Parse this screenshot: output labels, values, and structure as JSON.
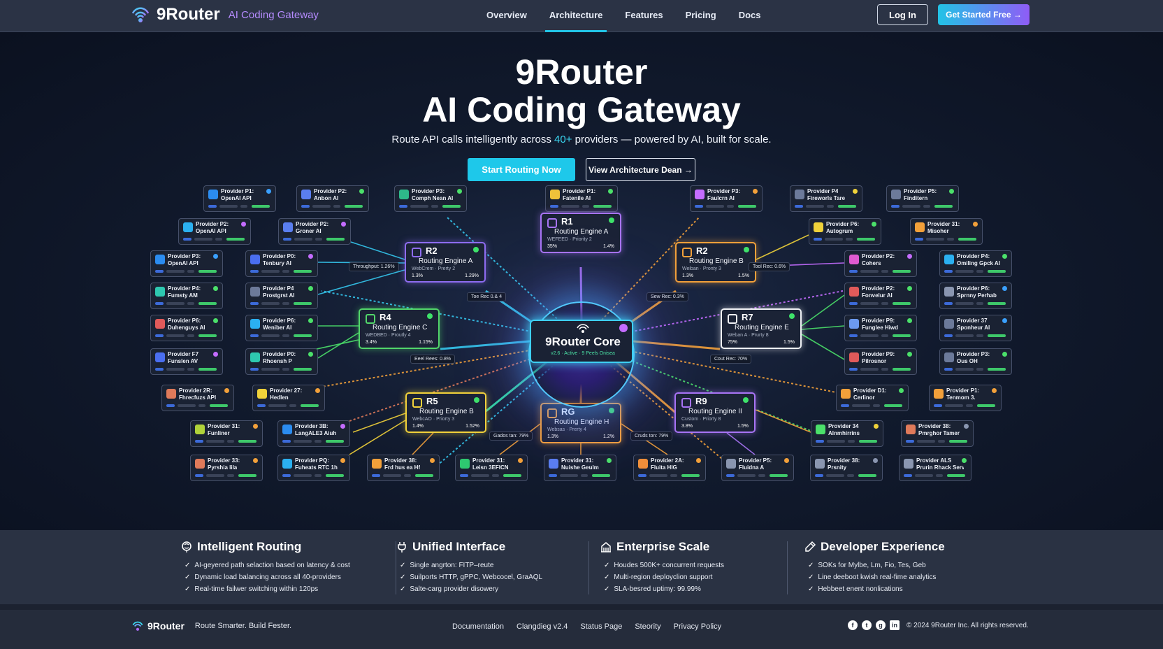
{
  "nav": {
    "brand": "9Router",
    "brand_sub": "AI Coding Gateway",
    "links": [
      "Overview",
      "Architecture",
      "Features",
      "Pricing",
      "Docs"
    ],
    "active_link": "Architecture",
    "login_label": "Log In",
    "get_started_label": "Get Started Free →"
  },
  "hero": {
    "title_line1": "9Router",
    "title_line2": "AI Coding Gateway",
    "subtitle_before": "Route API calls intelligently across ",
    "subtitle_highlight": "40+",
    "subtitle_after": " providers — powered by AI, built for scale.",
    "cta_primary": "Start Routing Now",
    "cta_secondary": "View Architecture Dean →"
  },
  "core": {
    "title": "9Router Core",
    "meta": "v2.6 · Active · 9 Peels Onisea"
  },
  "engines": [
    {
      "code": "R1",
      "name": "Routing Engine A",
      "meta": "WEFEED · Priority 2",
      "stat": "35%",
      "stat2": "1.4%",
      "color": "#a874f5"
    },
    {
      "code": "R2",
      "name": "Routing Engine A",
      "meta": "WebCrem · Prerty 2",
      "stat": "1.3%",
      "stat2": "1.29%",
      "color": "#8e6cf0"
    },
    {
      "code": "R2",
      "name": "Routing Engine B",
      "meta": "Weiban · Pronty 3",
      "stat": "1.3%",
      "stat2": "1.5%",
      "color": "#f2a03a"
    },
    {
      "code": "R4",
      "name": "Routing Engine C",
      "meta": "WEDBED · Proutly 4",
      "stat": "3.4%",
      "stat2": "1.15%",
      "color": "#52d66a"
    },
    {
      "code": "R7",
      "name": "Routing Engine E",
      "meta": "Weban A · Prurty 8",
      "stat": "75%",
      "stat2": "1.5%",
      "color": "#f0f2f6"
    },
    {
      "code": "R5",
      "name": "Routing Engine B",
      "meta": "WebcAO · Priorty 3",
      "stat": "1.4%",
      "stat2": "1.52%",
      "color": "#f2d23a"
    },
    {
      "code": "RG",
      "name": "Routing Engine H",
      "meta": "Websas · Prerty 4",
      "stat": "1.3%",
      "stat2": "1.2%",
      "color": "#f2a03a"
    },
    {
      "code": "R9",
      "name": "Routing Engine II",
      "meta": "Custom · Priorty 8",
      "stat": "3.8%",
      "stat2": "1.5%",
      "color": "#a874f5"
    }
  ],
  "tags": [
    "Throughput: 1.26%",
    "Toe Rec 0.& 4",
    "Eeel Rees: 0.8%",
    "Tool Rec: 0.6%",
    "Sew Rec: 0.3%",
    "Cout Rec: 70%",
    "Gados tan: 79%",
    "Cruds ton: 79%"
  ],
  "providers": [
    {
      "t1": "Provider P1:",
      "t2": "OpenAI API",
      "ico": "#2b8cf0",
      "dot": "#3aa0ff"
    },
    {
      "t1": "Provider P2:",
      "t2": "Anbon AI",
      "ico": "#5a7ef0",
      "dot": "#4be06a"
    },
    {
      "t1": "Provider P3:",
      "t2": "Comph Nean AI",
      "ico": "#2eb88a",
      "dot": "#4be06a"
    },
    {
      "t1": "Provider P1:",
      "t2": "Fatenile AI",
      "ico": "#f0c23a",
      "dot": "#4be06a"
    },
    {
      "t1": "Provider P3:",
      "t2": "Faulcrn AI",
      "ico": "#c46cff",
      "dot": "#f2a03a"
    },
    {
      "t1": "Provider P4",
      "t2": "Fireworls Tare",
      "ico": "#6c7a9a",
      "dot": "#f0d23a"
    },
    {
      "t1": "Provider P5:",
      "t2": "Finditern",
      "ico": "#6c7a9a",
      "dot": "#4be06a"
    },
    {
      "t1": "Provider P2:",
      "t2": "OpenAI API",
      "ico": "#2bb0f0",
      "dot": "#c46cff"
    },
    {
      "t1": "Provider P2:",
      "t2": "Groner AI",
      "ico": "#5a7ef0",
      "dot": "#c46cff"
    },
    {
      "t1": "Provider P6:",
      "t2": "Autogrum",
      "ico": "#f0d23a",
      "dot": "#4be06a"
    },
    {
      "t1": "Provider 31:",
      "t2": "Misoher",
      "ico": "#f2a03a",
      "dot": "#f2a03a"
    },
    {
      "t1": "Provider P3:",
      "t2": "OpenAI API",
      "ico": "#2b8cf0",
      "dot": "#3aa0ff"
    },
    {
      "t1": "Provider P0:",
      "t2": "Tenbury AI",
      "ico": "#4a6ef0",
      "dot": "#c46cff"
    },
    {
      "t1": "Provider P2:",
      "t2": "Cohers",
      "ico": "#e05ad0",
      "dot": "#c46cff"
    },
    {
      "t1": "Provider P4:",
      "t2": "Omiling Gpck AI",
      "ico": "#2bb0f0",
      "dot": "#4be06a"
    },
    {
      "t1": "Provider P4:",
      "t2": "Fumsty AM",
      "ico": "#2ec8b0",
      "dot": "#4be06a"
    },
    {
      "t1": "Provider P4",
      "t2": "Prostgrst AI",
      "ico": "#6c7a9a",
      "dot": "#4be06a"
    },
    {
      "t1": "Provider P2:",
      "t2": "Fonvelur AI",
      "ico": "#e05a5a",
      "dot": "#4be06a"
    },
    {
      "t1": "Provider P6:",
      "t2": "Sprnny Perhab",
      "ico": "#8a96b0",
      "dot": "#3aa0ff"
    },
    {
      "t1": "Provider P6:",
      "t2": "Duhenguys AI",
      "ico": "#e05a5a",
      "dot": "#4be06a"
    },
    {
      "t1": "Provider P6:",
      "t2": "Weniber AI",
      "ico": "#2bb0f0",
      "dot": "#4be06a"
    },
    {
      "t1": "Provider P9:",
      "t2": "Funglee Hiwd",
      "ico": "#6c9af0",
      "dot": "#4be06a"
    },
    {
      "t1": "Provider 37",
      "t2": "Sponheur AI",
      "ico": "#6c7a9a",
      "dot": "#3aa0ff"
    },
    {
      "t1": "Provider F7",
      "t2": "Funslen AV",
      "ico": "#4a6ef0",
      "dot": "#c46cff"
    },
    {
      "t1": "Provider P0:",
      "t2": "Rhoensh P",
      "ico": "#2ec8b0",
      "dot": "#4be06a"
    },
    {
      "t1": "Provider P9:",
      "t2": "Pilrosnor",
      "ico": "#e05a5a",
      "dot": "#4be06a"
    },
    {
      "t1": "Provider P3:",
      "t2": "Ous OH",
      "ico": "#6c7a9a",
      "dot": "#4be06a"
    },
    {
      "t1": "Provider 2R:",
      "t2": "Fhrecfuzs API",
      "ico": "#e07a5a",
      "dot": "#f2a03a"
    },
    {
      "t1": "Provider 27:",
      "t2": "Hedlen",
      "ico": "#f0d23a",
      "dot": "#f2a03a"
    },
    {
      "t1": "Provider D1:",
      "t2": "Cerlinor",
      "ico": "#f2a03a",
      "dot": "#4be06a"
    },
    {
      "t1": "Provider P1:",
      "t2": "Tenmom 3.",
      "ico": "#f2a03a",
      "dot": "#f2a03a"
    },
    {
      "t1": "Provider 31:",
      "t2": "Funliner",
      "ico": "#b0d23a",
      "dot": "#f2a03a"
    },
    {
      "t1": "Provider 3B:",
      "t2": "LangALE3 Aiuh",
      "ico": "#2b8cf0",
      "dot": "#c46cff"
    },
    {
      "t1": "Provider 34",
      "t2": "Alnmhirrins",
      "ico": "#4be06a",
      "dot": "#f0d23a"
    },
    {
      "t1": "Provider 38:",
      "t2": "Pmrghor Tamer",
      "ico": "#e07a5a",
      "dot": "#8a96b0"
    },
    {
      "t1": "Provider 33:",
      "t2": "Pyrshia lila",
      "ico": "#e07a5a",
      "dot": "#f2a03a"
    },
    {
      "t1": "Provider PQ:",
      "t2": "Fuheats RTC 1h",
      "ico": "#2bb0f0",
      "dot": "#f2a03a"
    },
    {
      "t1": "Provider 38:",
      "t2": "Frd hus ea Hf",
      "ico": "#f2a03a",
      "dot": "#f2a03a"
    },
    {
      "t1": "Provider 31:",
      "t2": "Leisn 3EFICN",
      "ico": "#2ec870",
      "dot": "#f2a03a"
    },
    {
      "t1": "Provider 31:",
      "t2": "Nuishe Geulm",
      "ico": "#5a7ef0",
      "dot": "#4be06a"
    },
    {
      "t1": "Provider 2A:",
      "t2": "Fluita HIG",
      "ico": "#f2903a",
      "dot": "#f2a03a"
    },
    {
      "t1": "Provider P5:",
      "t2": "Fluidna A",
      "ico": "#8a96b0",
      "dot": "#f2a03a"
    },
    {
      "t1": "Provider 38:",
      "t2": "Prsnity",
      "ico": "#8a96b0",
      "dot": "#8a96b0"
    },
    {
      "t1": "Provider ALS",
      "t2": "Prurin Rhack Server",
      "ico": "#8a96b0",
      "dot": "#4be06a"
    }
  ],
  "features": [
    {
      "title": "Intelligent Routing",
      "items": [
        "AI-geyered path selaction based on latency & cost",
        "Dynamic load balancing across all 40-providers",
        "Real-time failwer switching within 120ps"
      ],
      "icon": "brain-icon"
    },
    {
      "title": "Unified Interface",
      "items": [
        "Single angrton: FITP–reute",
        "Suilports HTTP, gPPC, Webcocel, GraAQL",
        "Salte-carg provider disowery"
      ],
      "icon": "plug-icon"
    },
    {
      "title": "Enterprise Scale",
      "items": [
        "Houdes 500K+ concurrent requests",
        "Multi-region deployclion support",
        "SLA-besred uptimy: 99.99%"
      ],
      "icon": "building-icon"
    },
    {
      "title": "Developer Experience",
      "items": [
        "SOKs for Mylbe, Lm, Fio, Tes, Geb",
        "Line deeboot kwish real-fime analytics",
        "Hebbeet enent nonlications"
      ],
      "icon": "code-icon"
    }
  ],
  "footer": {
    "brand": "9Router",
    "tagline": "Route Smarter. Build Fester.",
    "links": [
      "Documentation",
      "Clangdieg v2.4",
      "Status Page",
      "Steority",
      "Privacy Policy"
    ],
    "social": [
      "f",
      "t",
      "g",
      "in"
    ],
    "copyright": "© 2024 9Router Inc. All rights reserved."
  }
}
